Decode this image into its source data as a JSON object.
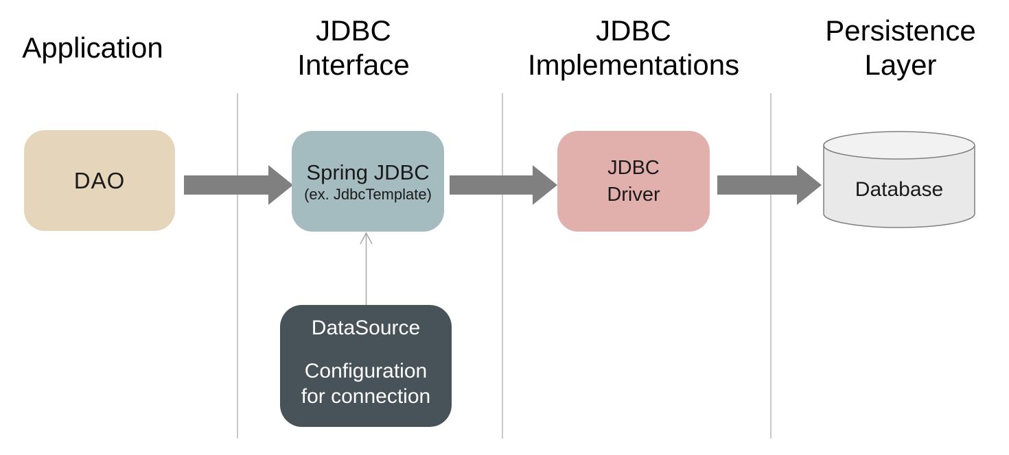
{
  "columns": [
    {
      "line1": "Application",
      "line2": ""
    },
    {
      "line1": "JDBC",
      "line2": "Interface"
    },
    {
      "line1": "JDBC",
      "line2": "Implementations"
    },
    {
      "line1": "Persistence",
      "line2": "Layer"
    }
  ],
  "nodes": {
    "dao": {
      "label": "DAO"
    },
    "spring_jdbc": {
      "label": "Spring JDBC",
      "sublabel": "(ex. JdbcTemplate)"
    },
    "jdbc_driver": {
      "line1": "JDBC",
      "line2": "Driver"
    },
    "datasource": {
      "title": "DataSource",
      "line1": "Configuration",
      "line2": "for connection"
    },
    "database": {
      "label": "Database"
    }
  },
  "colors": {
    "background": "#ffffff",
    "header_text": "#000000",
    "divider": "#c9c9c9",
    "arrow": "#808080",
    "connector": "#a6a6a6",
    "dao_fill": "#e5d5bb",
    "spring_jdbc_fill": "#a4bbbf",
    "jdbc_driver_fill": "#e2b0ac",
    "datasource_fill": "#475259",
    "datasource_text": "#ffffff",
    "database_fill": "#e9e9e9",
    "database_top_fill": "#f2f2f2",
    "database_stroke": "#7f7f7f"
  }
}
